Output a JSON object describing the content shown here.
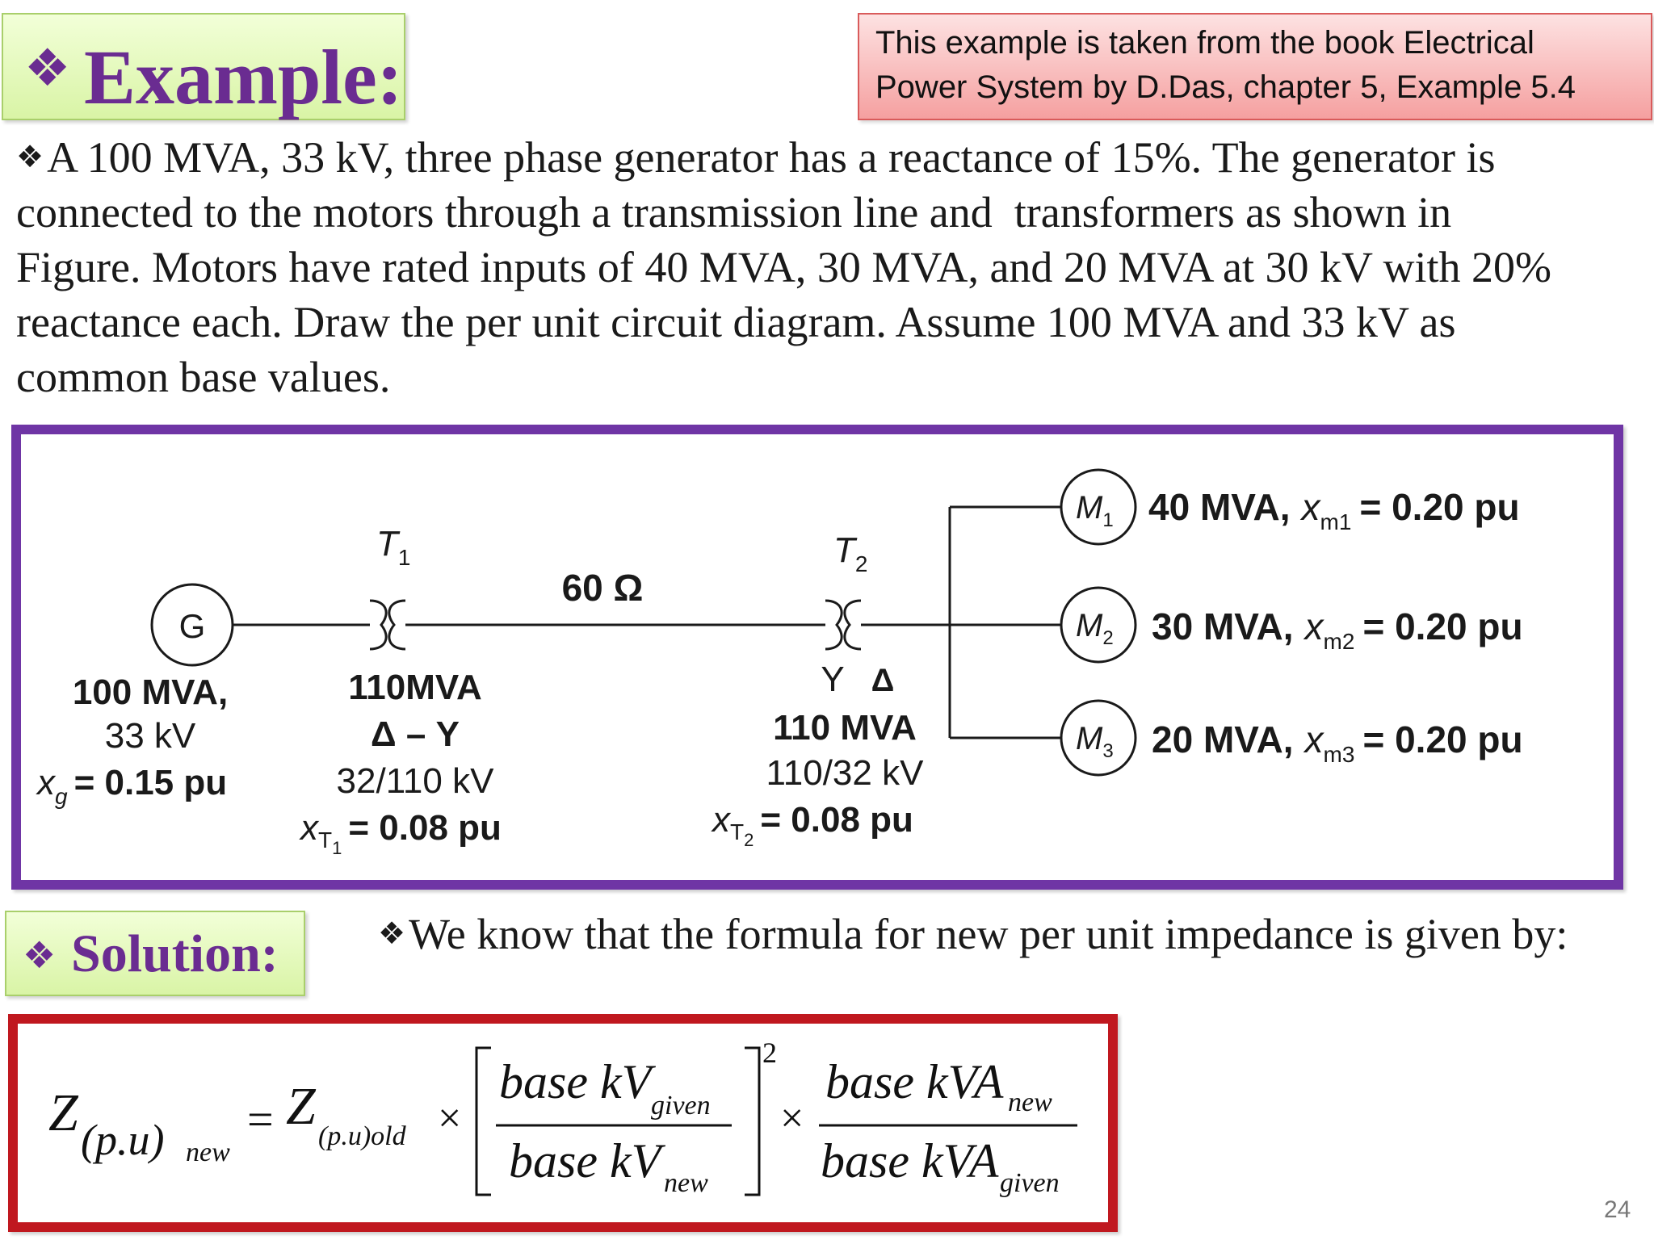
{
  "header": {
    "bullet_glyph": "❖",
    "title": "Example:",
    "reference_line1": "This example is taken from the book Electrical",
    "reference_line2": "Power System by D.Das, chapter 5, Example 5.4"
  },
  "problem": {
    "line1": "A 100 MVA, 33 kV, three phase generator has a reactance of 15%. The generator is",
    "line2": "connected to the motors through a transmission line and  transformers as shown in",
    "line3": "Figure. Motors have rated inputs of 40 MVA, 30 MVA, and 20 MVA at 30 kV with 20%",
    "line4": "reactance each. Draw the per unit circuit diagram. Assume 100 MVA and 33 kV as",
    "line5": "common base values."
  },
  "diagram": {
    "generator": {
      "symbol": "G",
      "rating": "100 MVA,",
      "voltage": "33 kV",
      "x_var": "x",
      "x_sub": "g",
      "x_value": "= 0.15 pu"
    },
    "t1": {
      "name": "T",
      "sub": "1",
      "rating": "110MVA",
      "connection": "Δ – Y",
      "ratio": "32/110 kV",
      "x_var": "x",
      "x_sub": "T",
      "x_subsub": "1",
      "x_value": "= 0.08 pu"
    },
    "line": {
      "impedance": "60 Ω"
    },
    "t2": {
      "name": "T",
      "sub": "2",
      "winding_left": "Y",
      "winding_right": "Δ",
      "rating": "110 MVA",
      "ratio": "110/32 kV",
      "x_var": "x",
      "x_sub": "T",
      "x_subsub": "2",
      "x_value": "= 0.08 pu"
    },
    "motors": [
      {
        "symbol": "M",
        "sub": "1",
        "rating": "40 MVA,",
        "x_var": "x",
        "x_sub": "m1",
        "x_value": "= 0.20 pu"
      },
      {
        "symbol": "M",
        "sub": "2",
        "rating": "30 MVA,",
        "x_var": "x",
        "x_sub": "m2",
        "x_value": "= 0.20 pu"
      },
      {
        "symbol": "M",
        "sub": "3",
        "rating": "20 MVA,",
        "x_var": "x",
        "x_sub": "m3",
        "x_value": "= 0.20 pu"
      }
    ]
  },
  "solution": {
    "title": "Solution:",
    "intro": "We know that the formula for new per unit impedance is given by:"
  },
  "formula": {
    "z": "Z",
    "z_new_sub": "(p.u)",
    "new": "new",
    "equals": "=",
    "z_old_sub": "(p.u)old",
    "times": "×",
    "base_kv": "base kV",
    "base_kva": "base kVA",
    "given": "given",
    "exponent": "2"
  },
  "page_number": "24",
  "colors": {
    "accent_purple": "#6f35a5",
    "accent_red": "#c0181f",
    "label_green": "#d9f4a6",
    "ref_red": "#f5a0a0"
  }
}
